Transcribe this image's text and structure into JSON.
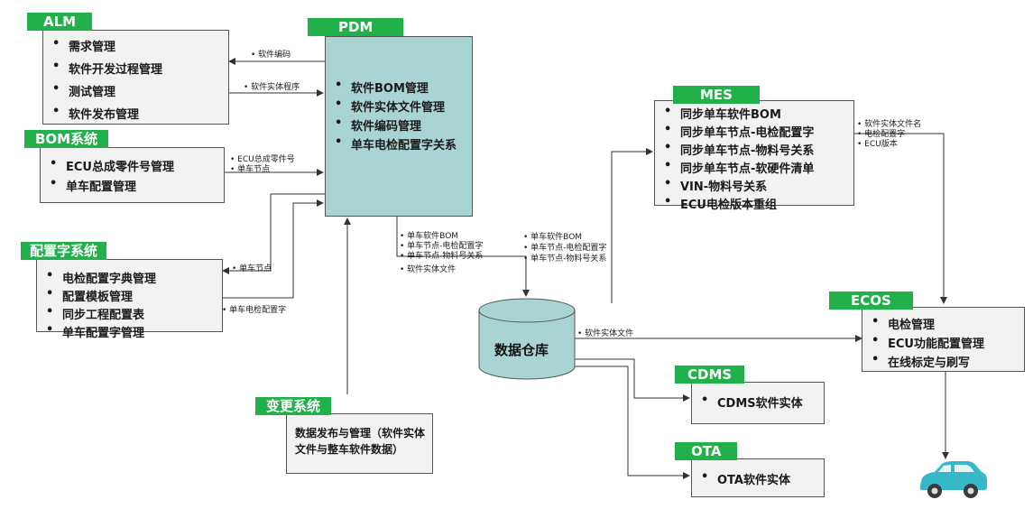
{
  "systems": {
    "alm": {
      "title": "ALM",
      "items": [
        "需求管理",
        "软件开发过程管理",
        "测试管理",
        "软件发布管理"
      ]
    },
    "bom": {
      "title": "BOM系统",
      "items": [
        "ECU总成零件号管理",
        "单车配置管理"
      ]
    },
    "config": {
      "title": "配置字系统",
      "items": [
        "电检配置字典管理",
        "配置模板管理",
        "同步工程配置表",
        "单车配置字管理"
      ]
    },
    "pdm": {
      "title": "PDM",
      "items": [
        "软件BOM管理",
        "软件实体文件管理",
        "软件编码管理",
        "单车电检配置字关系"
      ]
    },
    "mes": {
      "title": "MES",
      "items": [
        "同步单车软件BOM",
        "同步单车节点-电检配置字",
        "同步单车节点-物料号关系",
        "同步单车节点-软硬件清单",
        "VIN-物料号关系",
        "ECU电检版本重组"
      ]
    },
    "ecos": {
      "title": "ECOS",
      "items": [
        "电检管理",
        "ECU功能配置管理",
        "在线标定与刷写"
      ]
    },
    "cdms": {
      "title": "CDMS",
      "items": [
        "CDMS软件实体"
      ]
    },
    "ota": {
      "title": "OTA",
      "items": [
        "OTA软件实体"
      ]
    },
    "change": {
      "title": "变更系统",
      "text": "数据发布与管理（软件实体文件与整车软件数据）"
    },
    "warehouse": {
      "label": "数据仓库"
    }
  },
  "flows": {
    "pdm_to_alm": "软件编码",
    "alm_to_pdm": "软件实体程序",
    "bom_to_pdm": [
      "ECU总成零件号",
      "单车节点"
    ],
    "pdm_to_config": "单车节点",
    "config_to_pdm": "单车电检配置字",
    "pdm_to_dw": [
      "单车软件BOM",
      "单车节点-电检配置字",
      "单车节点-物料号关系",
      "软件实体文件"
    ],
    "dw_to_mes": [
      "单车软件BOM",
      "单车节点-电检配置字",
      "单车节点-物料号关系"
    ],
    "mes_to_ecos": [
      "软件实体文件名",
      "电检配置字",
      "ECU版本"
    ],
    "dw_to_ecos": "软件实体文件"
  },
  "colors": {
    "tag_green": "#22b04b",
    "pdm_fill": "#a9d4d4",
    "box_fill": "#f2f2f2",
    "cylinder_fill": "#a9d4d4"
  },
  "icons": [
    "car-icon"
  ]
}
